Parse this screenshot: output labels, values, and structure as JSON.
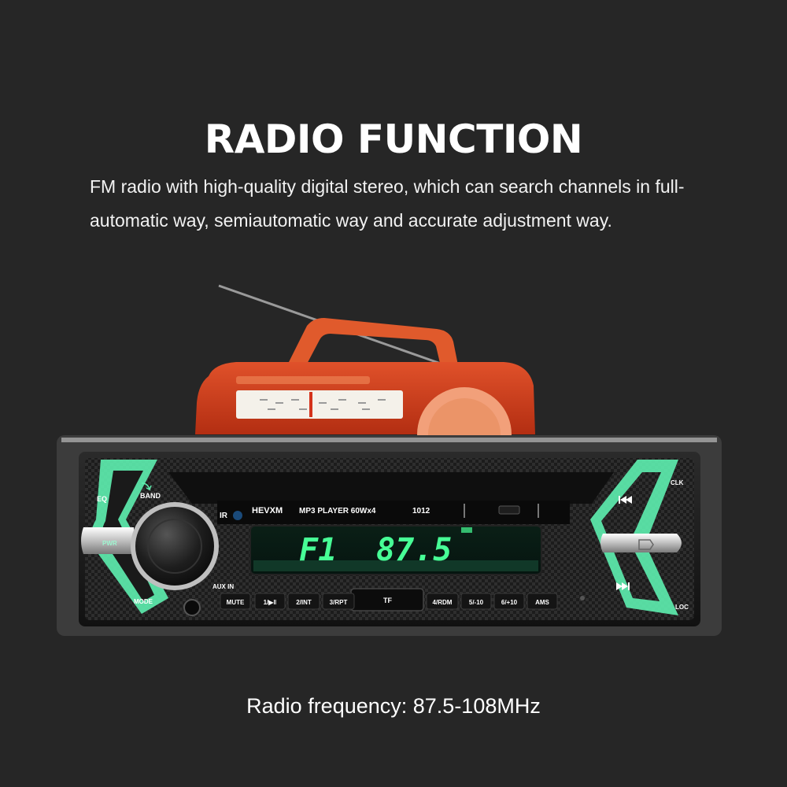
{
  "heading": "RADIO FUNCTION",
  "description": "FM radio with high-quality digital stereo, which can search channels in full-automatic way, semiautomatic way and accurate adjustment way.",
  "footer": "Radio frequency: 87.5-108MHz",
  "colors": {
    "background": "#262626",
    "backlight": "#5ef0b0",
    "radio_body": "#c9381a",
    "lcd_text": "#47ff96"
  },
  "device": {
    "brand": "HEVXM",
    "model_text": "MP3 PLAYER 60Wx4",
    "model_number": "1012",
    "display": {
      "band": "F1",
      "frequency": "87.5"
    },
    "labels": {
      "eq": "EQ",
      "band": "BAND",
      "ir": "IR",
      "pwr": "PWR",
      "mode": "MODE",
      "aux_in": "AUX IN",
      "clk": "CLK",
      "loc": "LOC",
      "tf": "TF"
    },
    "preset_buttons": [
      "MUTE",
      "1/▶‖",
      "2/INT",
      "3/RPT",
      "4/RDM",
      "5/-10",
      "6/+10",
      "AMS"
    ],
    "icons": {
      "prev": "previous-track-icon",
      "next": "next-track-icon",
      "eject": "eject-icon",
      "band": "band-arrow-icon"
    }
  }
}
